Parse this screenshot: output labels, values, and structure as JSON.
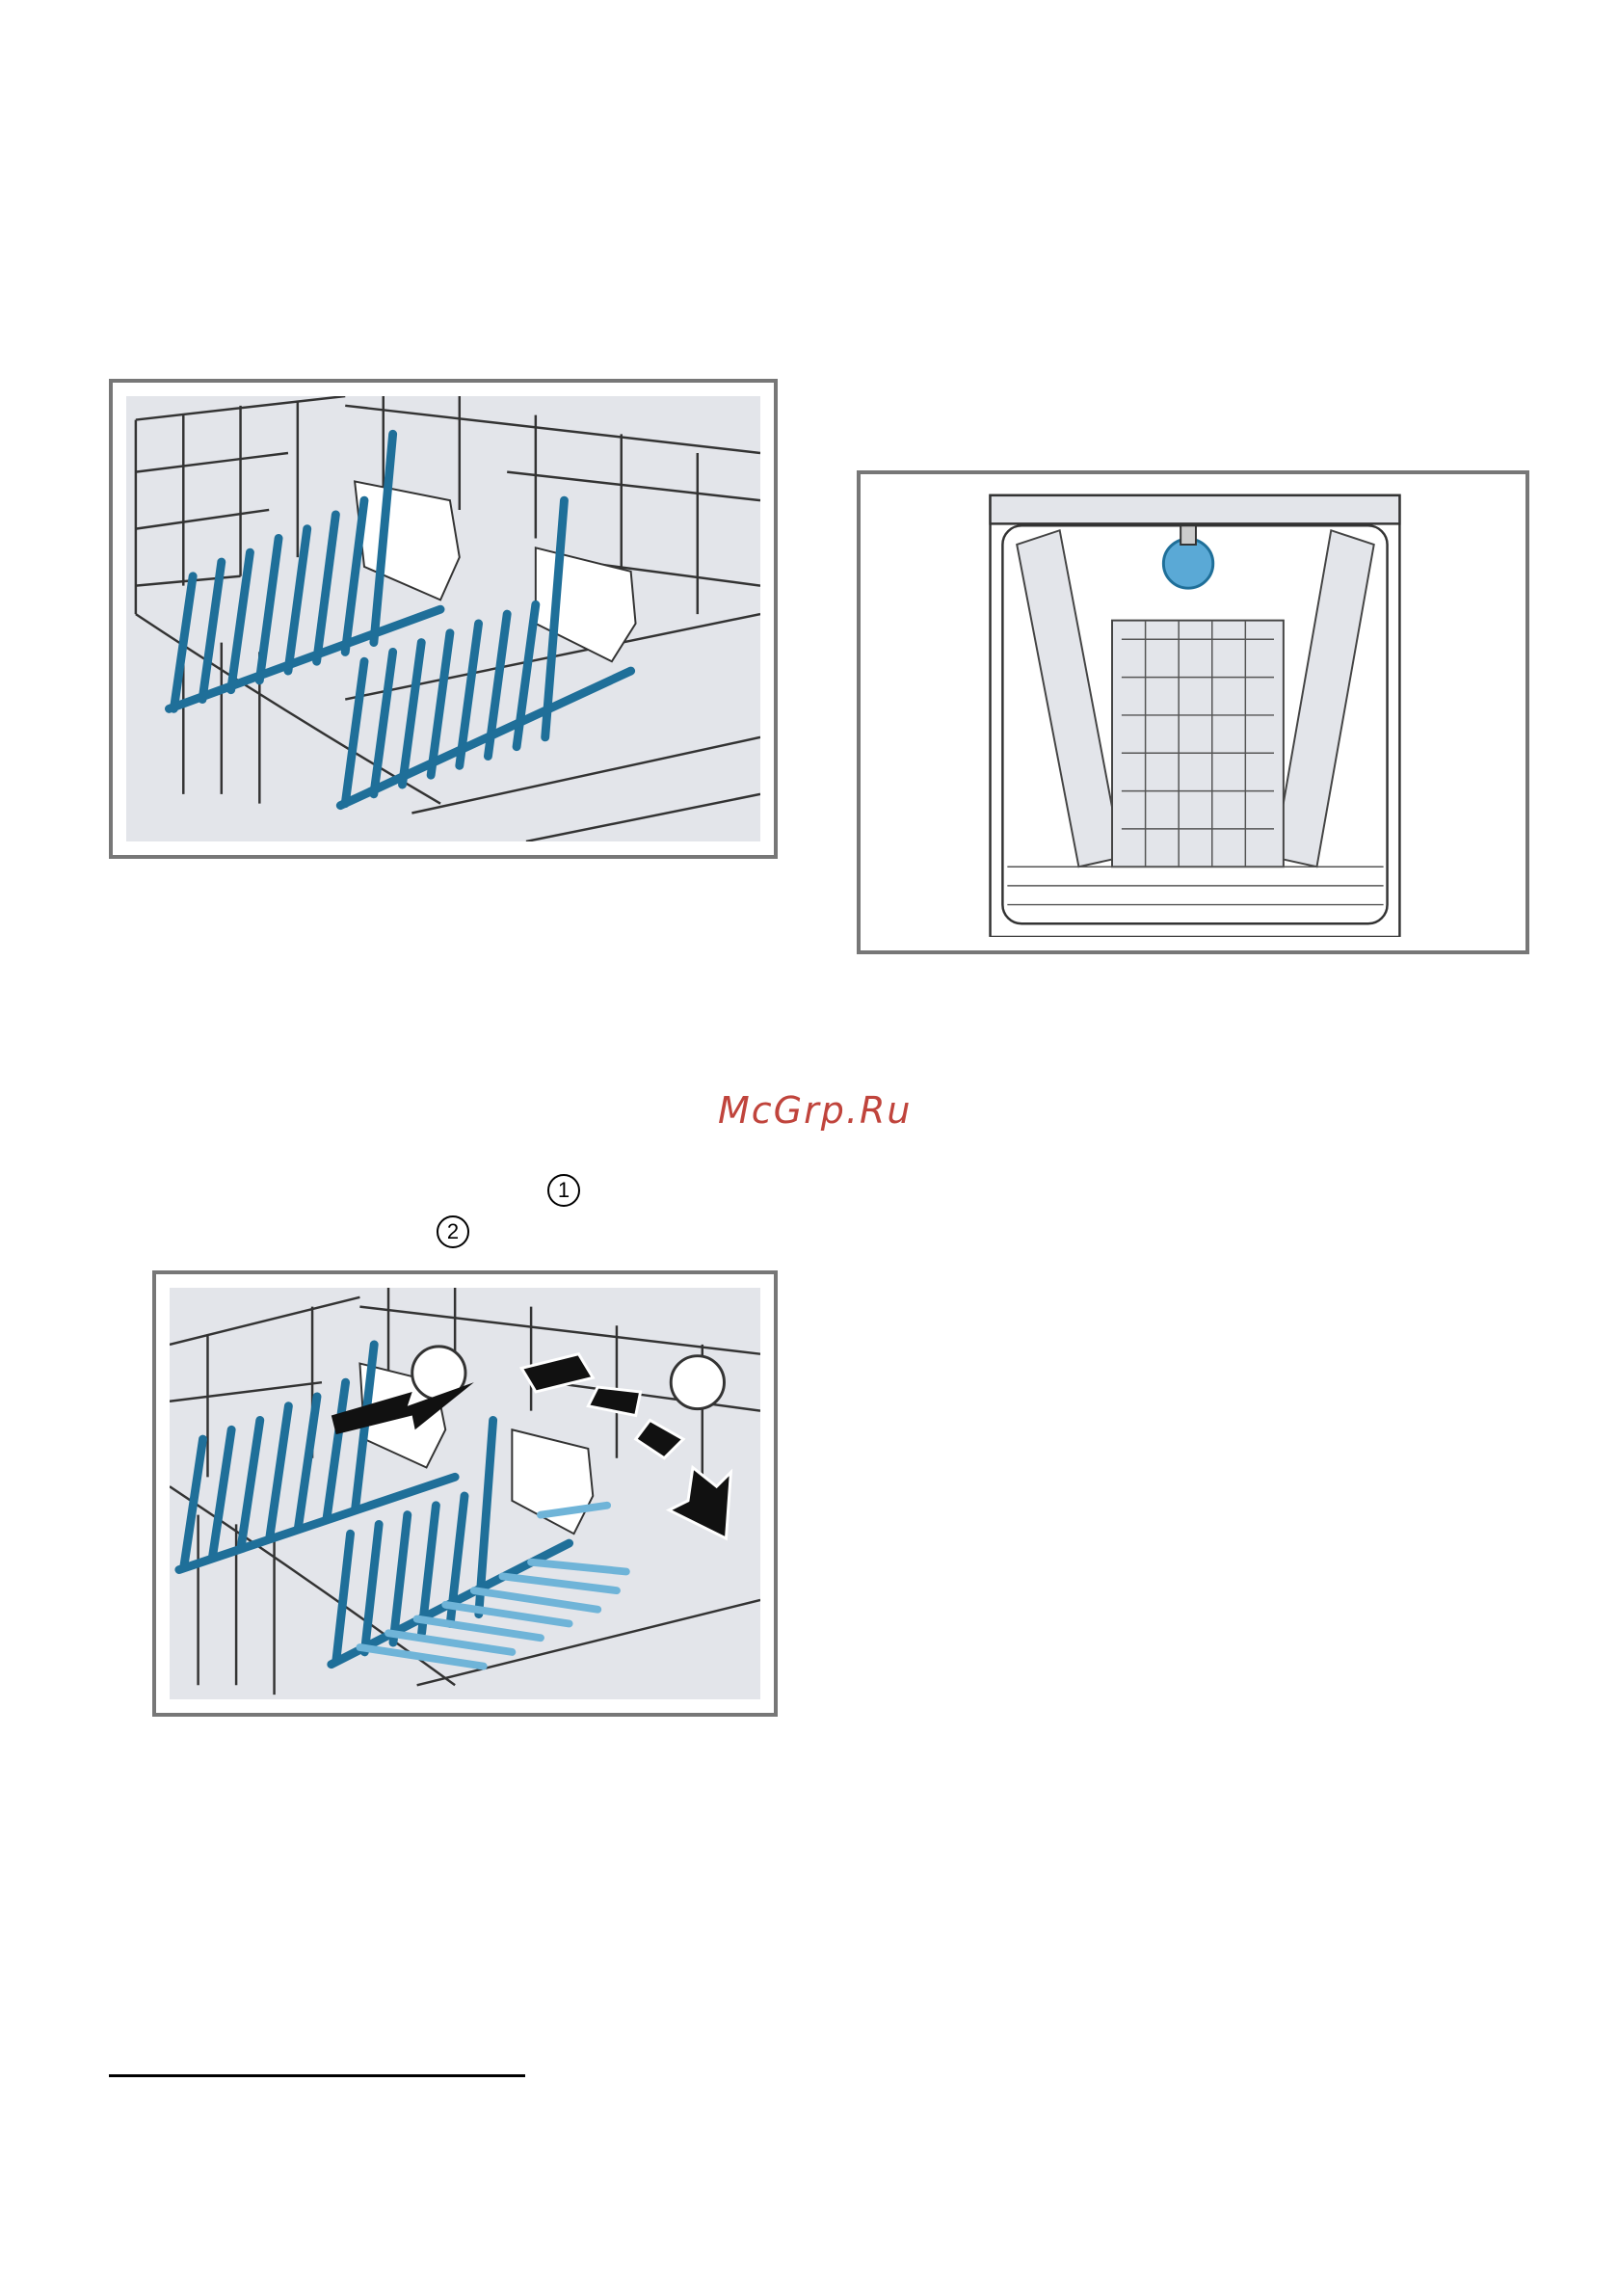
{
  "watermark": {
    "text": "McGrp.Ru",
    "color": "#c0443c"
  },
  "step_markers": {
    "first": "1",
    "second": "2"
  },
  "figures": {
    "rack_tines": {
      "icon": "upper-basket-tine-rows-illustration"
    },
    "dishwasher_front": {
      "icon": "dishwasher-front-view-illustration"
    },
    "tines_folding": {
      "icon": "folding-tine-rows-illustration"
    }
  },
  "colors": {
    "frame": "#777777",
    "tines": "#1f6f99",
    "tines_light": "#6fb4d8",
    "background": "#e3e5ea"
  }
}
